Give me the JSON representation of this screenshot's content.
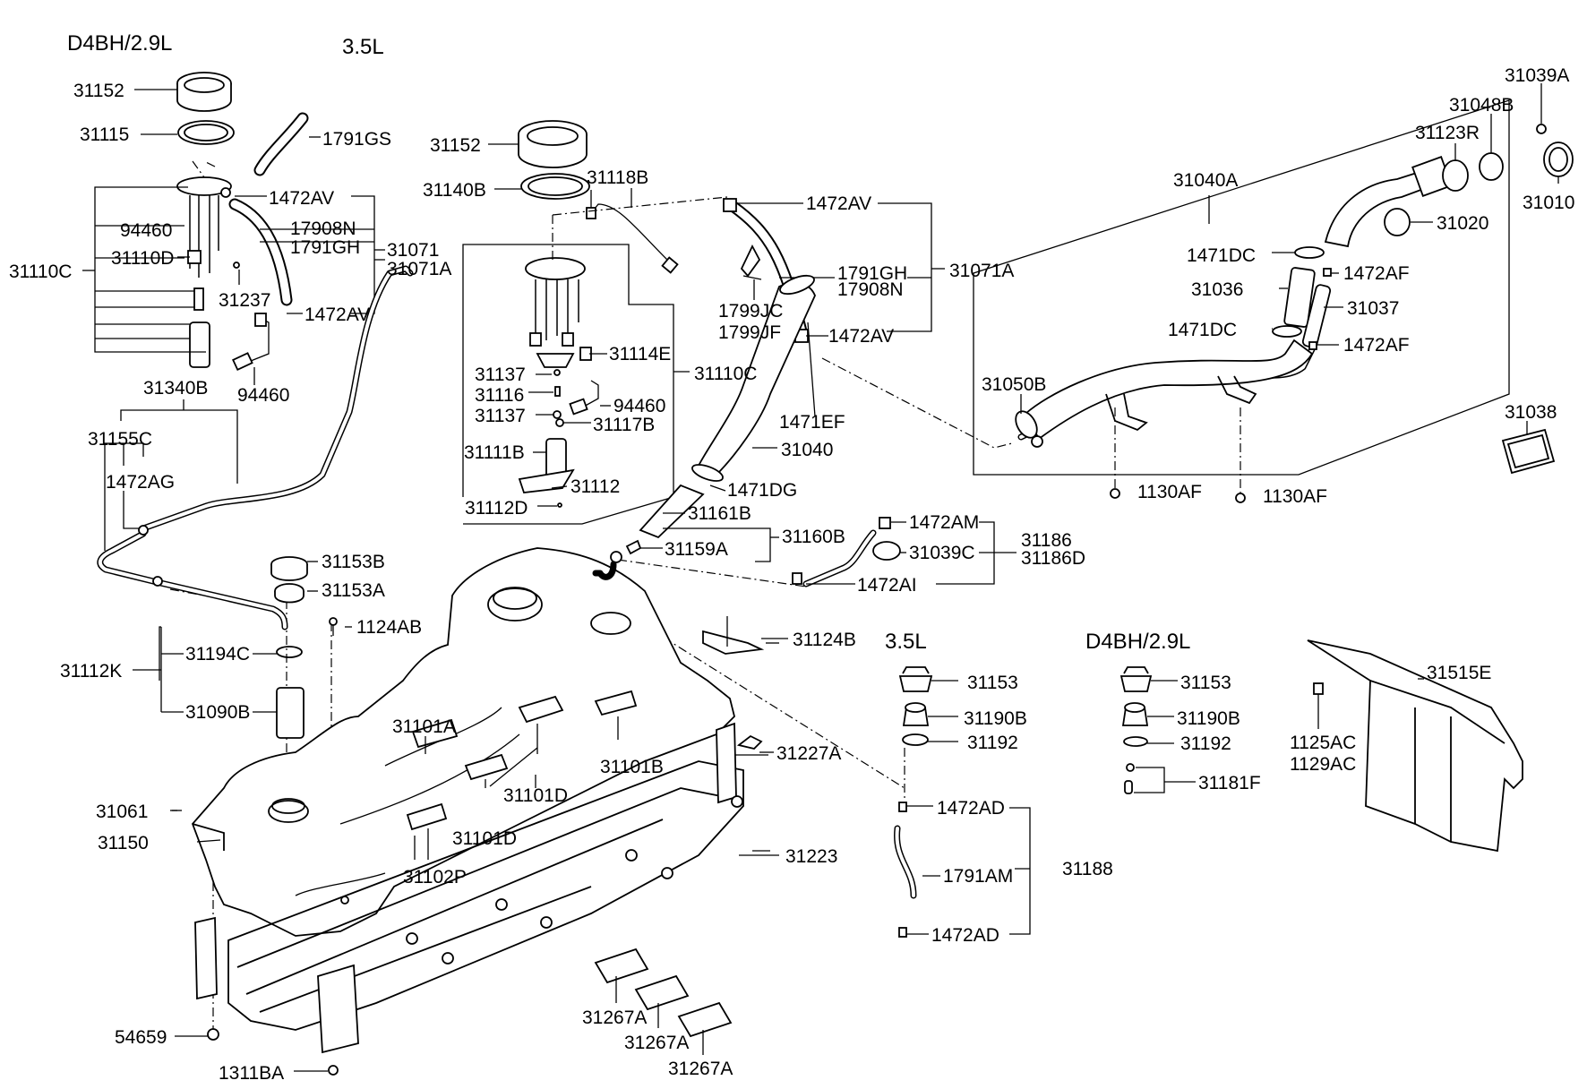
{
  "headers": {
    "top_left_engine": "D4BH/2.9L",
    "top_mid_engine": "3.5L",
    "mid_engine": "3.5L",
    "mid_right_engine": "D4BH/2.9L"
  },
  "labels": {
    "l31152a": "31152",
    "l31115": "31115",
    "l1791GS": "1791GS",
    "l1472AVa": "1472AV",
    "l94460a": "94460",
    "l17908Na": "17908N",
    "l1791GHa": "1791GH",
    "l31071": "31071",
    "l31071Aa": "31071A",
    "l31110Ca": "31110C",
    "l31110D": "31110D",
    "l31237": "31237",
    "l1472AVb": "1472AV",
    "l94460b": "94460",
    "l31340B": "31340B",
    "l31155C": "31155C",
    "l1472AG": "1472AG",
    "l31152b": "31152",
    "l31140B": "31140B",
    "l31118B": "31118B",
    "l31137a": "31137",
    "l31114E": "31114E",
    "l31116": "31116",
    "l31137b": "31137",
    "l94460c": "94460",
    "l31117B": "31117B",
    "l31110Cb": "31110C",
    "l31111B": "31111B",
    "l31112": "31112",
    "l31112D": "31112D",
    "l1472AVc": "1472AV",
    "l1799JC": "1799JC",
    "l1799JF": "1799JF",
    "l1791GHb": "1791GH",
    "l17908Nb": "17908N",
    "l31071Ab": "31071A",
    "l1472AVd": "1472AV",
    "l1471EF": "1471EF",
    "l31040": "31040",
    "l1471DG": "1471DG",
    "l31161B": "31161B",
    "l31160B": "31160B",
    "l31159A": "31159A",
    "l31039A": "31039A",
    "l31048B": "31048B",
    "l31123R": "31123R",
    "l31040A": "31040A",
    "l31010": "31010",
    "l31020": "31020",
    "l1471DCa": "1471DC",
    "l1472AFa": "1472AF",
    "l31036": "31036",
    "l31037": "31037",
    "l1471DCb": "1471DC",
    "l1472AFb": "1472AF",
    "l31050B": "31050B",
    "l31038": "31038",
    "l1130AFa": "1130AF",
    "l1130AFb": "1130AF",
    "l1472AM": "1472AM",
    "l31039C": "31039C",
    "l31186": "31186",
    "l31186D": "31186D",
    "l1472AI": "1472AI",
    "l31153B": "31153B",
    "l31153A": "31153A",
    "l1124AB": "1124AB",
    "l31194C": "31194C",
    "l31112K": "31112K",
    "l31090B": "31090B",
    "l31124B": "31124B",
    "l31101Aa": "31101A",
    "l31101B": "31101B",
    "l31101Db": "31101D",
    "l31227A": "31227A",
    "l31101Dc": "31101D",
    "l31061": "31061",
    "l31150": "31150",
    "l31102P": "31102P",
    "l31223": "31223",
    "l54659": "54659",
    "l1311BA": "1311BA",
    "l31267Aa": "31267A",
    "l31267Ab": "31267A",
    "l31267Ac": "31267A",
    "l31153a": "31153",
    "l31190Ba": "31190B",
    "l31192a": "31192",
    "l1472ADa": "1472AD",
    "l1791AM": "1791AM",
    "l31188": "31188",
    "l1472ADb": "1472AD",
    "l31153b": "31153",
    "l31190Bb": "31190B",
    "l31192b": "31192",
    "l31181F": "31181F",
    "l31515E": "31515E",
    "l1125AC": "1125AC",
    "l1129AC": "1129AC"
  }
}
